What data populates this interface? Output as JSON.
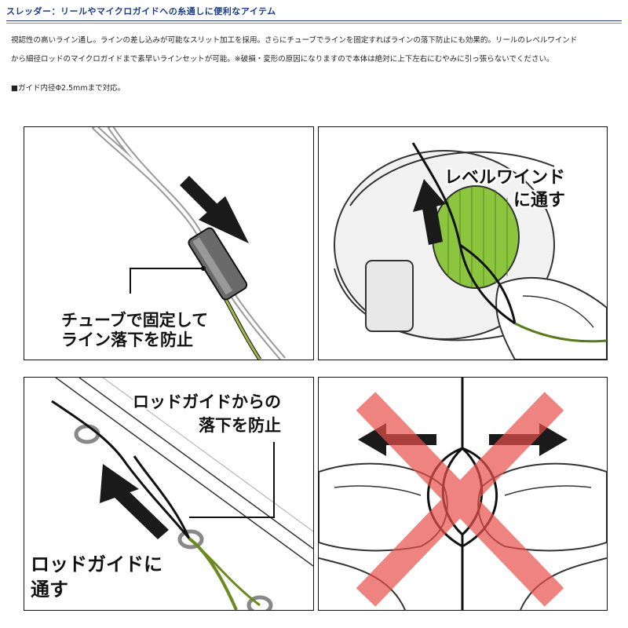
{
  "header": {
    "title": "スレッダー：リールやマイクロガイドへの糸通しに便利なアイテム"
  },
  "description": {
    "line1": "視認性の高いライン通し。ラインの差し込みが可能なスリット加工を採用。さらにチューブでラインを固定すればラインの落下防止にも効果的。リールのレベルワインド",
    "line2": "から細径ロッドのマイクロガイドまで素早いラインセットが可能。※破損・変形の原因になりますので本体は絶対に上下左右にむやみに引っ張らないでください。",
    "note": "■ガイド内径Φ2.5mmまで対応。"
  },
  "panels": {
    "tube": {
      "caption_line1": "チューブで固定して",
      "caption_line2": "ライン落下を防止"
    },
    "reel": {
      "caption_line1": "レベルワインド",
      "caption_line2": "に通す"
    },
    "rod": {
      "callout_line1": "ロッドガイドからの",
      "callout_line2": "落下を防止",
      "caption_line1": "ロッドガイドに",
      "caption_line2": "通す"
    }
  },
  "colors": {
    "title": "#1a3a8a",
    "line_green": "#7a9a2a",
    "spool_green": "#8cc63f",
    "cross_red": "#e8504a",
    "arrow": "#1a1a1a"
  }
}
